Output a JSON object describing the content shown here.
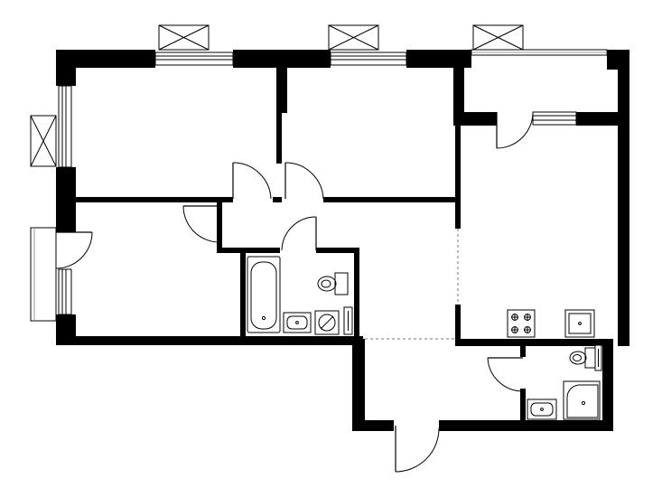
{
  "plan": {
    "colors": {
      "wall": "#000000",
      "floor": "#ffffff",
      "fixture_line": "#000000",
      "glass_line": "#9a9a9a",
      "open_boundary": "#777777"
    },
    "rooms": [
      {
        "id": "bedroom-1"
      },
      {
        "id": "bedroom-2"
      },
      {
        "id": "living-room"
      },
      {
        "id": "kitchen"
      },
      {
        "id": "loggia"
      },
      {
        "id": "hall"
      },
      {
        "id": "entrance-hall"
      },
      {
        "id": "bathroom"
      },
      {
        "id": "shower-room"
      },
      {
        "id": "balcony"
      }
    ],
    "fixtures": [
      "bathtub",
      "toilet",
      "sink",
      "washing-machine",
      "shower-tray",
      "cooktop",
      "kitchen-sink"
    ],
    "windows": 8,
    "doors": 9
  }
}
